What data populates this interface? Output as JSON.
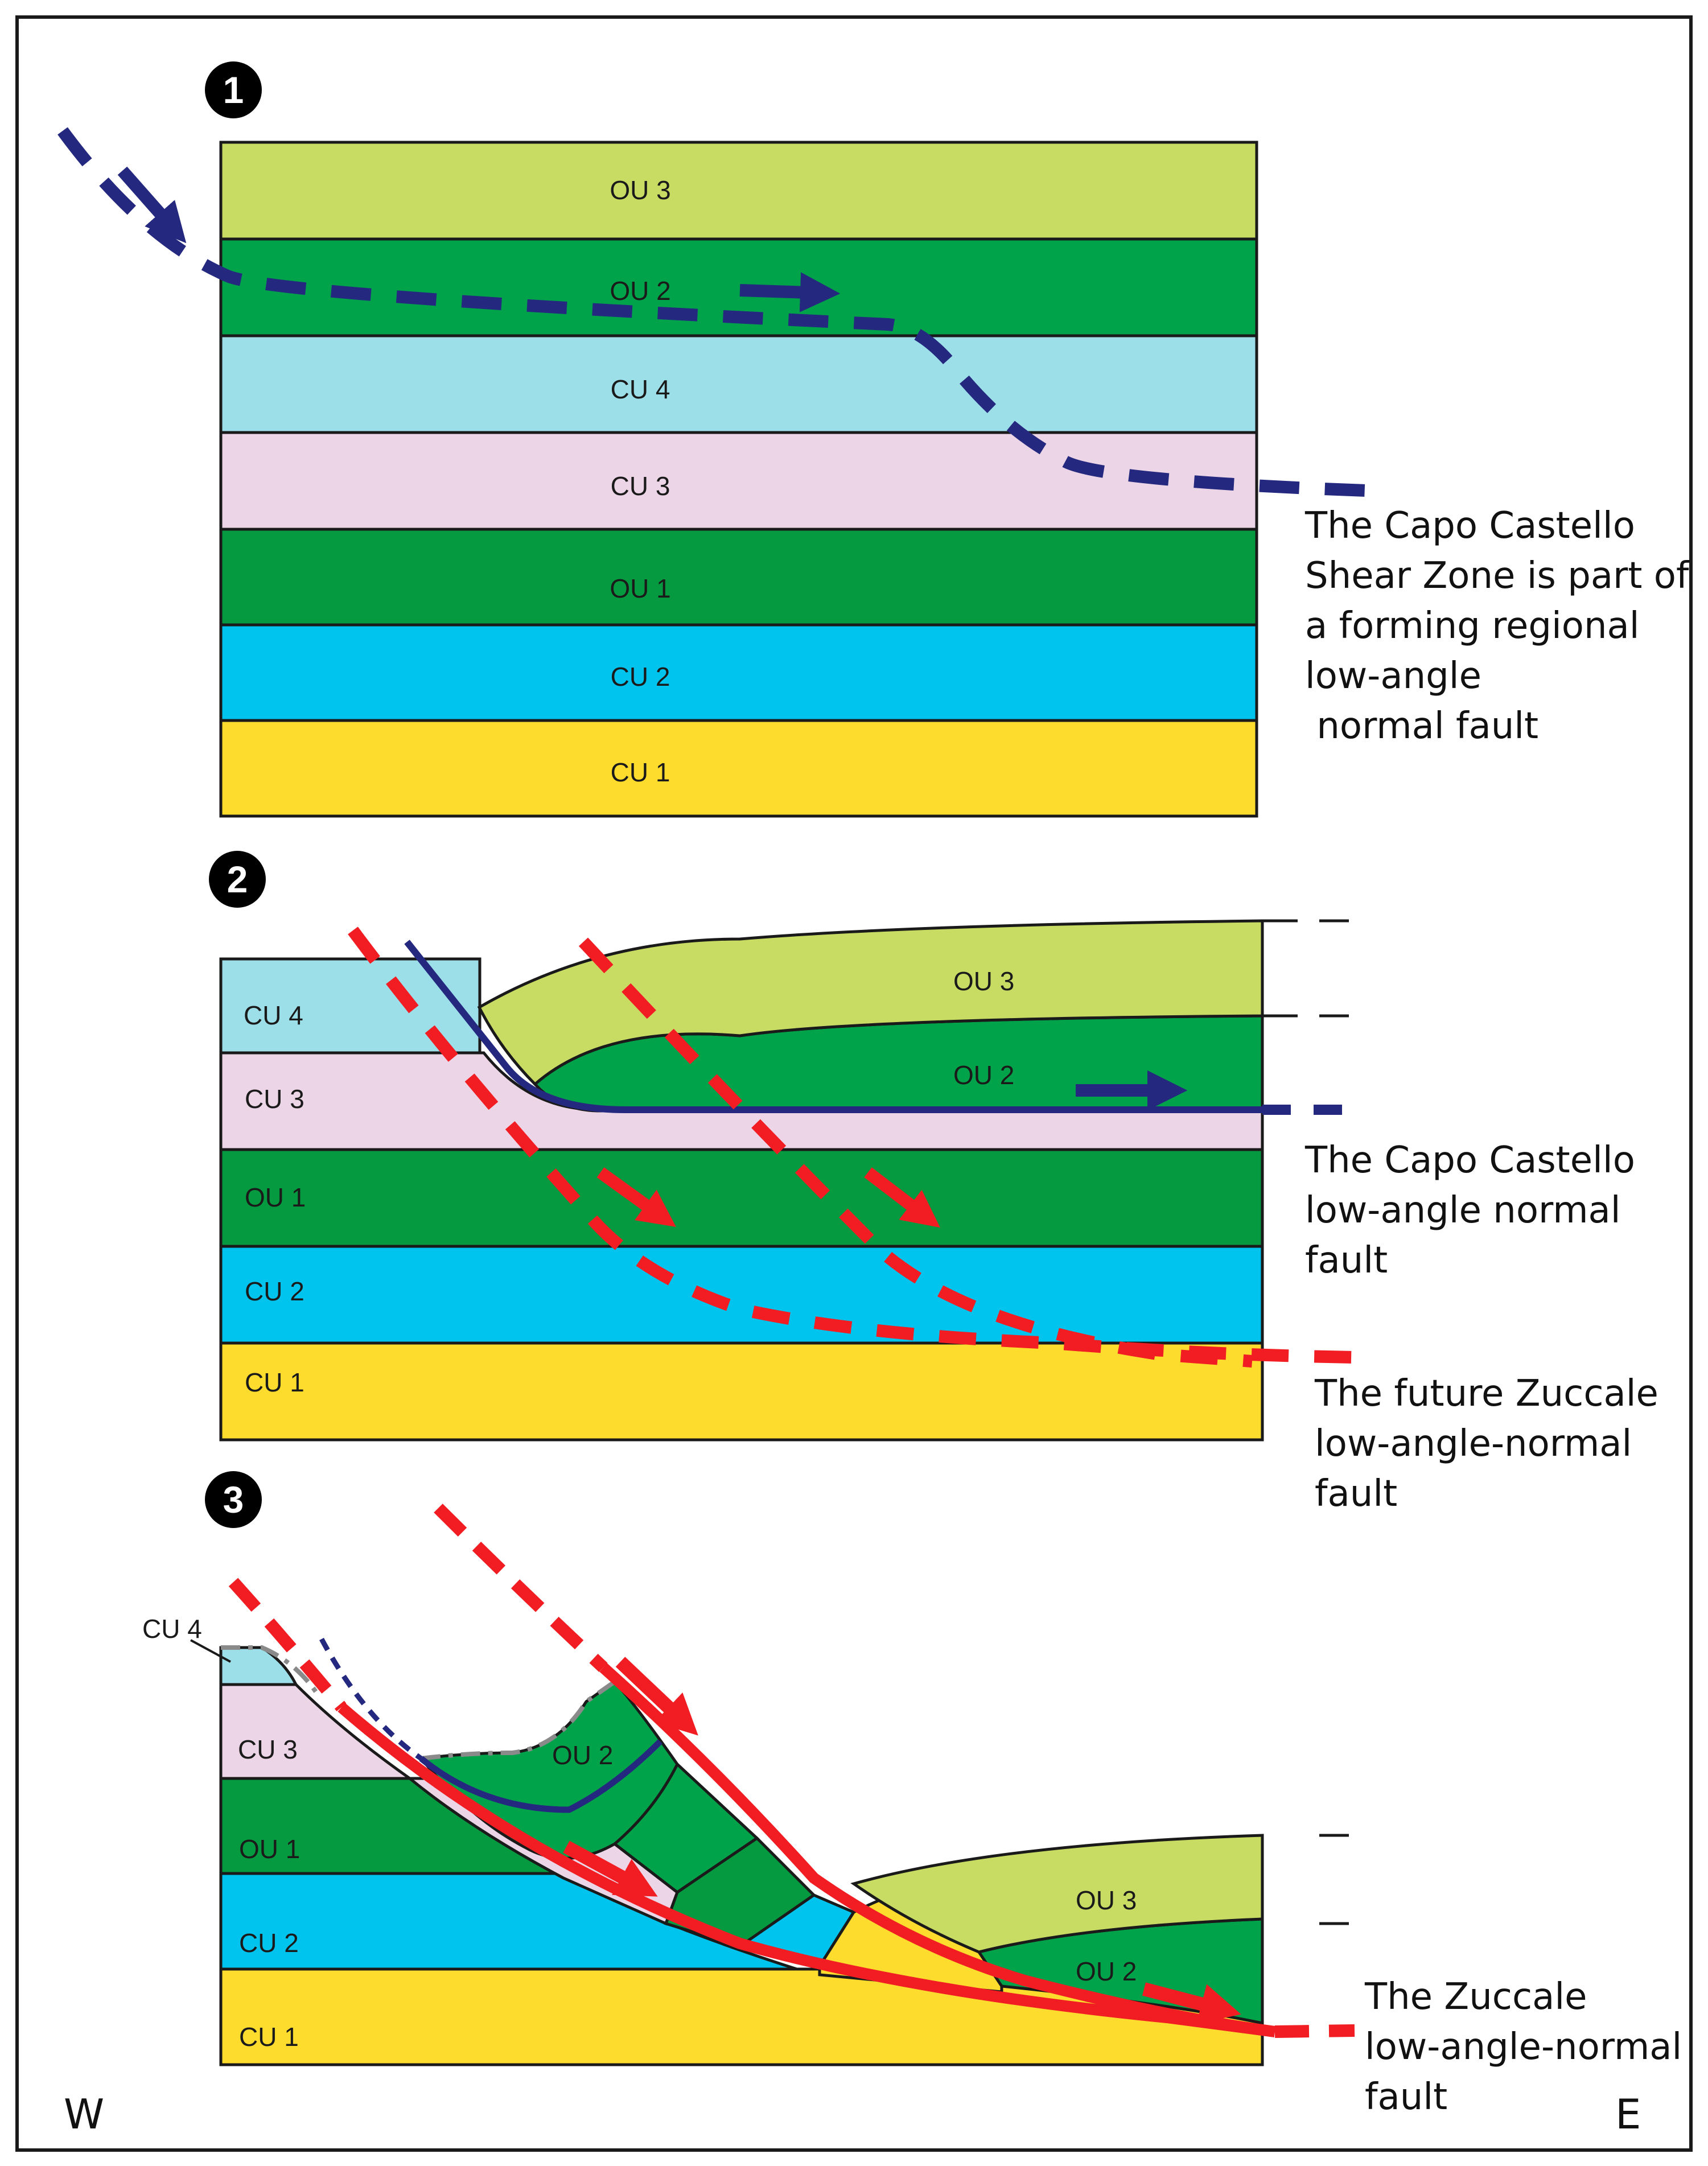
{
  "colors": {
    "OU3": "#c8dc64",
    "OU2": "#00a34a",
    "OU1": "#069a40",
    "CU4": "#9ddfe9",
    "CU3": "#ecd5e6",
    "CU2": "#00c4ee",
    "CU1": "#fddc2e",
    "capo_castello_fault": "#24297f",
    "zuccale_fault": "#f11d22"
  },
  "compass": {
    "west": "W",
    "east": "E"
  },
  "panel1": {
    "step": "1",
    "layers": [
      "OU 3",
      "OU 2",
      "CU 4",
      "CU 3",
      "OU 1",
      "CU 2",
      "CU 1"
    ],
    "caption": [
      "The Capo Castello",
      "Shear Zone is part of",
      "a forming regional",
      "low-angle",
      " normal fault"
    ]
  },
  "panel2": {
    "step": "2",
    "labels": {
      "cu4": "CU 4",
      "cu3": "CU 3",
      "ou1": "OU 1",
      "cu2": "CU 2",
      "cu1": "CU 1",
      "ou3": "OU 3",
      "ou2": "OU 2"
    },
    "caption_capo": [
      "The Capo Castello",
      "low-angle normal",
      "fault"
    ],
    "caption_zuccale": [
      "The future Zuccale",
      "low-angle-normal",
      "fault"
    ]
  },
  "panel3": {
    "step": "3",
    "labels": {
      "cu4": "CU 4",
      "cu3": "CU 3",
      "ou2_upper": "OU 2",
      "ou1": "OU 1",
      "cu2": "CU 2",
      "cu1": "CU 1",
      "ou3": "OU 3",
      "ou2_lower": "OU 2"
    },
    "caption": [
      "The Zuccale",
      "low-angle-normal",
      "fault"
    ]
  }
}
